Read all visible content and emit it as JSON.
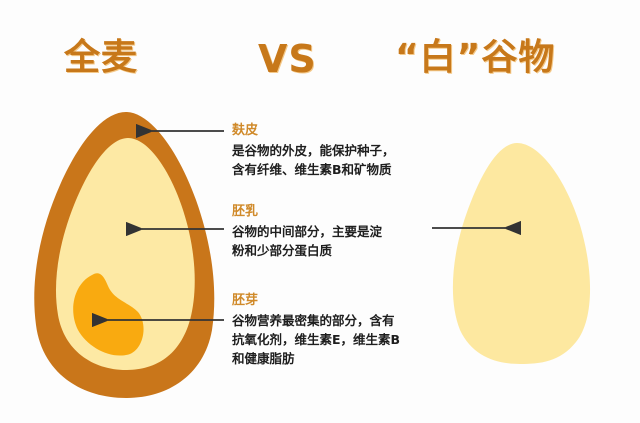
{
  "titles": {
    "left": "全麦",
    "vs": "VS",
    "right": "“白”谷物"
  },
  "colors": {
    "title": "#c7781a",
    "bran": "#c9761a",
    "endosperm": "#fde9a4",
    "germ": "#f9aa10",
    "white_grain": "#fde8a0",
    "label_accent": "#d08a2a",
    "arrow": "#333333"
  },
  "parts": [
    {
      "name": "麸皮",
      "description": "是谷物的外皮，能保护种子，\n含有纤维、维生素B和矿物质"
    },
    {
      "name": "胚乳",
      "description": "谷物的中间部分，主要是淀\n粉和少部分蛋白质"
    },
    {
      "name": "胚芽",
      "description": "谷物营养最密集的部分，含有\n抗氧化剂，维生素E，维生素B\n和健康脂肪"
    }
  ]
}
